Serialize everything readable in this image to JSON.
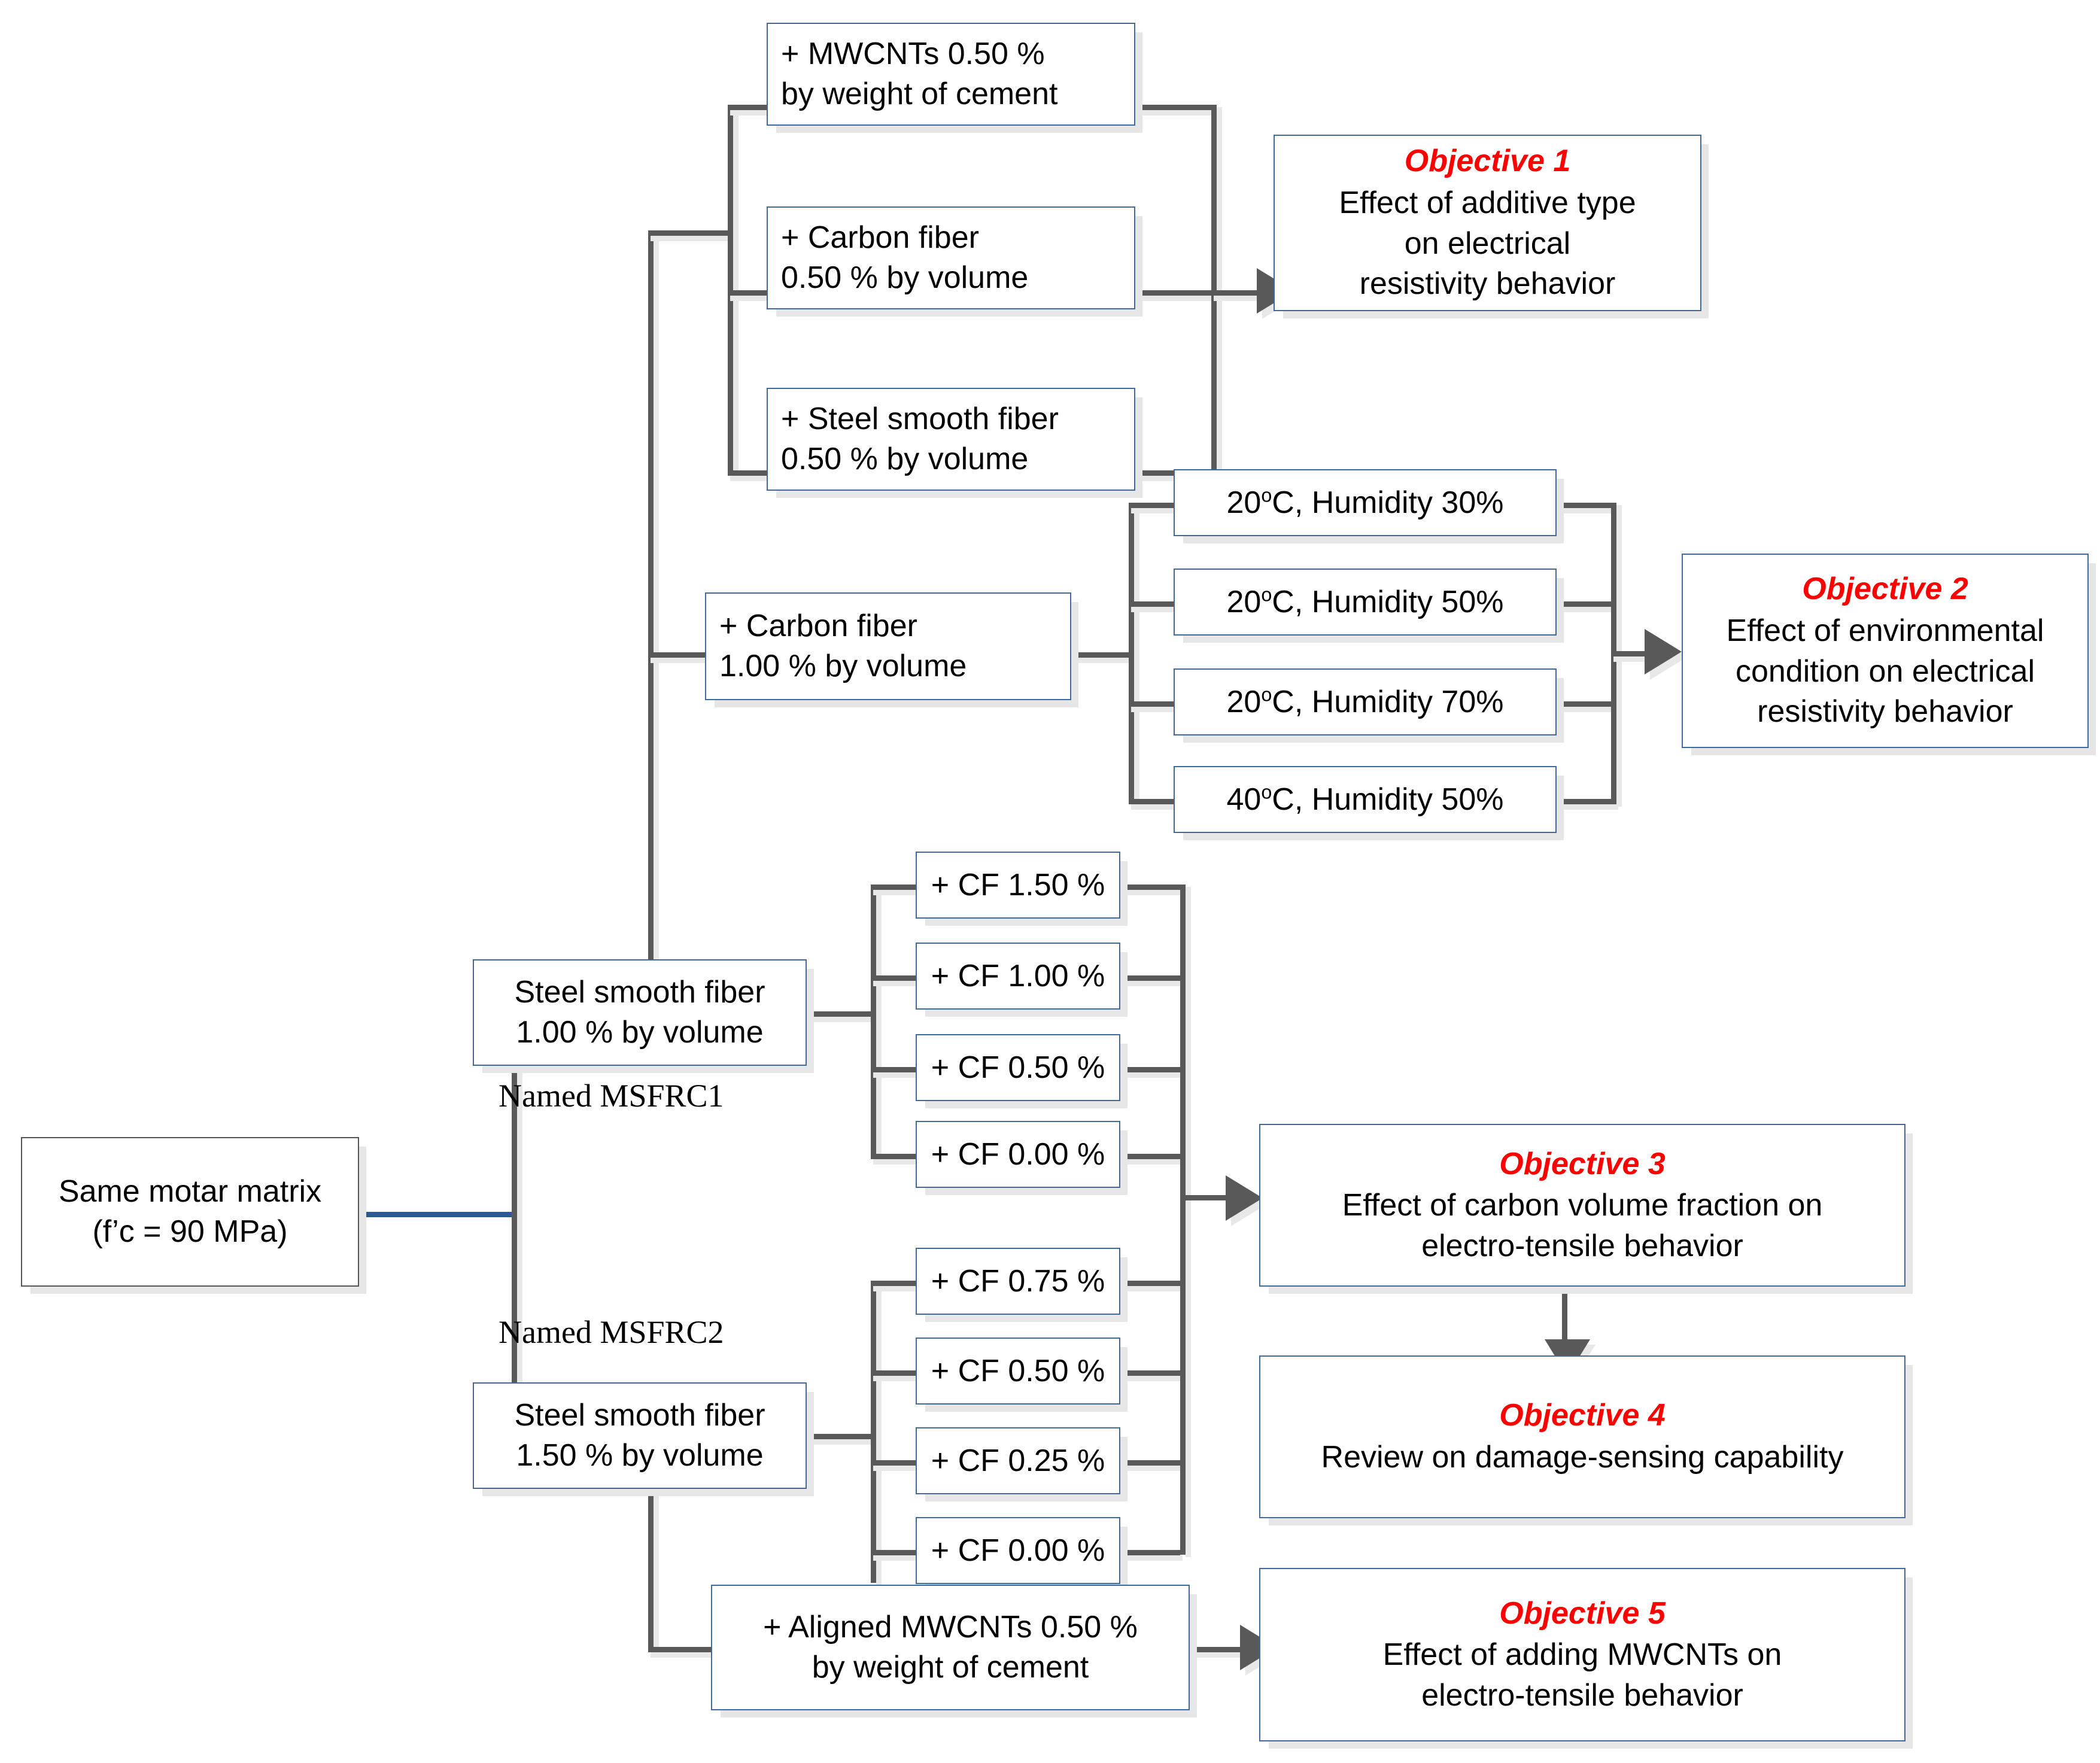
{
  "diagram": {
    "title": "Research program flowchart",
    "colors": {
      "objective_title": "#FE0000",
      "box_border": "#41699B",
      "connector": "#595959",
      "root_connector": "#2E5795"
    }
  },
  "root": {
    "line1": "Same motar matrix",
    "line2": "(f’c = 90 MPa)"
  },
  "branch_a": {
    "additives": [
      {
        "line1": "+ MWCNTs 0.50 %",
        "line2": "by weight of cement"
      },
      {
        "line1": "+ Carbon fiber",
        "line2": "0.50 % by volume"
      },
      {
        "line1": "+ Steel smooth fiber",
        "line2": "0.50 % by volume"
      }
    ]
  },
  "branch_b": {
    "source": {
      "line1": "+ Carbon fiber",
      "line2": "1.00 % by volume"
    },
    "conditions": [
      {
        "temp": "20",
        "deg": "o",
        "rest": "C, Humidity 30%"
      },
      {
        "temp": "20",
        "deg": "o",
        "rest": "C, Humidity 50%"
      },
      {
        "temp": "20",
        "deg": "o",
        "rest": "C, Humidity 70%"
      },
      {
        "temp": "40",
        "deg": "o",
        "rest": "C, Humidity 50%"
      }
    ]
  },
  "branch_c": {
    "msfrc1": {
      "line1": "Steel smooth fiber",
      "line2": "1.00 % by volume",
      "caption": "Named MSFRC1",
      "cf_levels": [
        "+ CF 1.50 %",
        "+ CF 1.00 %",
        "+ CF 0.50 %",
        "+ CF 0.00 %"
      ]
    },
    "msfrc2": {
      "line1": "Steel smooth fiber",
      "line2": "1.50 % by volume",
      "caption": "Named MSFRC2",
      "cf_levels": [
        "+ CF 0.75 %",
        "+ CF 0.50 %",
        "+ CF 0.25 %",
        "+ CF 0.00 %"
      ]
    }
  },
  "branch_d": {
    "aligned": {
      "line1": "+ Aligned MWCNTs 0.50 %",
      "line2": "by weight of cement"
    }
  },
  "objectives": [
    {
      "title": "Objective 1",
      "lines": [
        "Effect of additive type",
        "on electrical",
        "resistivity behavior"
      ]
    },
    {
      "title": "Objective 2",
      "lines": [
        "Effect of environmental",
        "condition on electrical",
        "resistivity behavior"
      ]
    },
    {
      "title": "Objective 3",
      "lines": [
        "Effect of carbon volume fraction on",
        "electro-tensile behavior"
      ]
    },
    {
      "title": "Objective 4",
      "lines": [
        "Review on damage-sensing capability"
      ]
    },
    {
      "title": "Objective 5",
      "lines": [
        "Effect of adding MWCNTs on",
        "electro-tensile behavior"
      ]
    }
  ]
}
